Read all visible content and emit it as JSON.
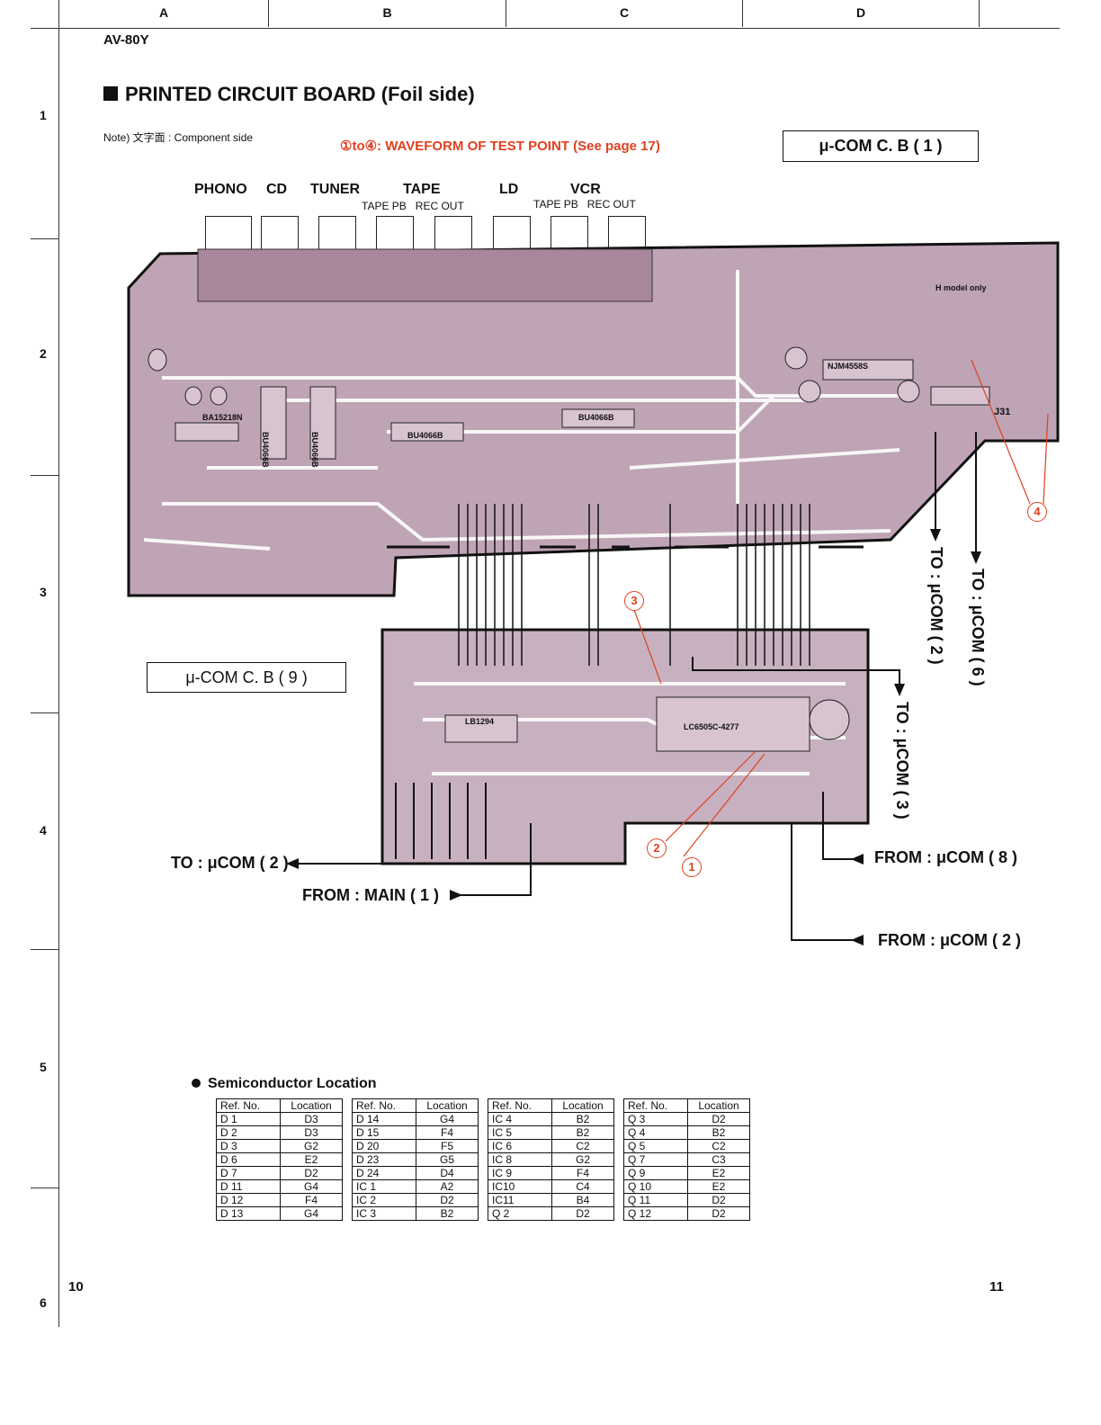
{
  "grid": {
    "columns": [
      "A",
      "B",
      "C",
      "D"
    ],
    "rows": [
      "1",
      "2",
      "3",
      "4",
      "5",
      "6"
    ]
  },
  "header": {
    "model": "AV-80Y",
    "title": "PRINTED CIRCUIT BOARD (Foil side)",
    "note": "Note) 文字面 : Component side",
    "waveform_note": "①to④: WAVEFORM OF TEST POINT (See page 17)"
  },
  "board_labels": {
    "ucom_cb1": "μ-COM C. B ( 1 )",
    "ucom_cb9": "μ-COM C. B ( 9 )",
    "jacks": [
      "PHONO",
      "CD",
      "TUNER",
      "TAPE",
      "LD",
      "VCR"
    ],
    "tape_sub": "TAPE PB   REC OUT",
    "vcr_sub": "TAPE PB   REC OUT",
    "ic_labels": [
      "BA15218N",
      "BU4066B",
      "BU4066B",
      "BU4066B",
      "BU4066B",
      "NJM4558S",
      "LC6505C-4277",
      "LB1294"
    ],
    "h_model": "H model only",
    "connector_j31": "J31"
  },
  "test_points": [
    "1",
    "2",
    "3",
    "4"
  ],
  "arrows": {
    "to_ucom2_left": "TO : μCOM ( 2 )",
    "from_main1": "FROM : MAIN ( 1 )",
    "from_ucom8": "FROM : μCOM ( 8 )",
    "from_ucom2": "FROM : μCOM ( 2 )",
    "to_ucom2_right": "TO : μCOM ( 2 )",
    "to_ucom6": "TO : μCOM ( 6 )",
    "to_ucom3": "TO : μCOM ( 3 )"
  },
  "semiconductor": {
    "heading": "Semiconductor Location",
    "header_ref": "Ref. No.",
    "header_loc": "Location",
    "tables": [
      [
        [
          "D 1",
          "D3"
        ],
        [
          "D 2",
          "D3"
        ],
        [
          "D 3",
          "G2"
        ],
        [
          "D 6",
          "E2"
        ],
        [
          "D 7",
          "D2"
        ],
        [
          "D 11",
          "G4"
        ],
        [
          "D 12",
          "F4"
        ],
        [
          "D 13",
          "G4"
        ]
      ],
      [
        [
          "D 14",
          "G4"
        ],
        [
          "D 15",
          "F4"
        ],
        [
          "D 20",
          "F5"
        ],
        [
          "D 23",
          "G5"
        ],
        [
          "D 24",
          "D4"
        ],
        [
          "IC 1",
          "A2"
        ],
        [
          "IC 2",
          "D2"
        ],
        [
          "IC 3",
          "B2"
        ]
      ],
      [
        [
          "IC 4",
          "B2"
        ],
        [
          "IC 5",
          "B2"
        ],
        [
          "IC 6",
          "C2"
        ],
        [
          "IC 8",
          "G2"
        ],
        [
          "IC 9",
          "F4"
        ],
        [
          "IC10",
          "C4"
        ],
        [
          "IC11",
          "B4"
        ],
        [
          "Q 2",
          "D2"
        ]
      ],
      [
        [
          "Q 3",
          "D2"
        ],
        [
          "Q 4",
          "B2"
        ],
        [
          "Q 5",
          "C2"
        ],
        [
          "Q 7",
          "C3"
        ],
        [
          "Q 9",
          "E2"
        ],
        [
          "Q 10",
          "E2"
        ],
        [
          "Q 11",
          "D2"
        ],
        [
          "Q 12",
          "D2"
        ]
      ]
    ]
  },
  "page_numbers": {
    "left": "10",
    "right": "11"
  }
}
